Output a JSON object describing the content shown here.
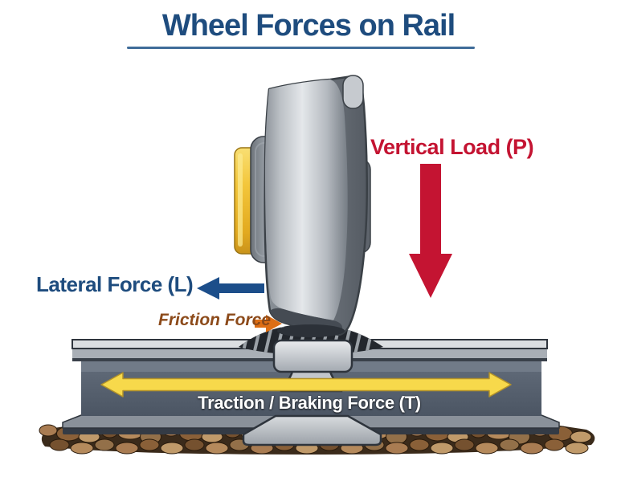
{
  "diagram": {
    "title": "Wheel Forces on Rail",
    "forces": {
      "vertical_load": {
        "label": "Vertical Load (P)",
        "symbol": "P",
        "direction": "down",
        "color": "#C41432"
      },
      "lateral_force": {
        "label": "Lateral Force (L)",
        "symbol": "L",
        "direction": "left",
        "color": "#1E4C7E",
        "arrow_color": "#1C4E8A"
      },
      "friction_force": {
        "label": "Friction Force",
        "direction": "right",
        "color": "#8C4A1A",
        "arrow_color": "#DD6E15"
      },
      "traction_braking": {
        "label": "Traction / Braking Force (T)",
        "symbol": "T",
        "direction": "left-right",
        "color": "#FFFFFF",
        "arrow_color": "#F7D94B"
      }
    },
    "scene": {
      "components": [
        "train-wheel",
        "rail-side-view",
        "rail-cross-section",
        "wheel-rail-contact-patch",
        "ballast-gravel"
      ]
    },
    "accent_colors": {
      "title_text": "#1E4C7E",
      "title_underline": "#3F6C99",
      "rail_body": "#57616F",
      "wheel_hub_yellow": "#F3C63B",
      "ballast_brown": "#8A6038"
    }
  }
}
